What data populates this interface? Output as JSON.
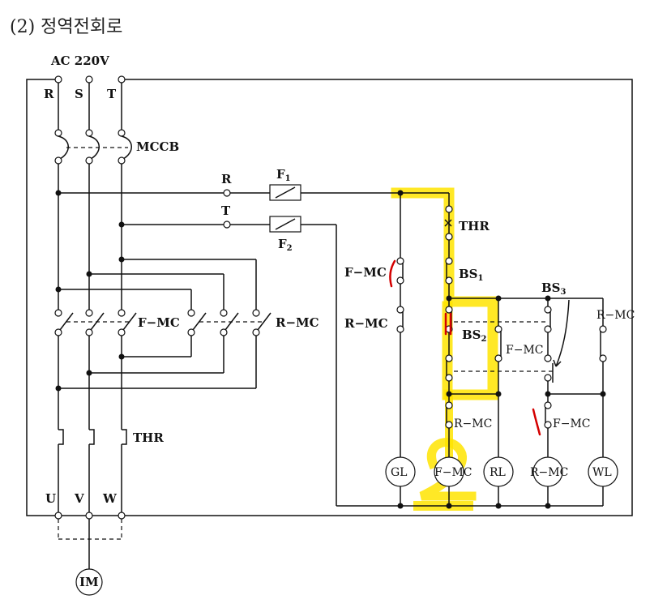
{
  "heading": "(2) 정역전회로",
  "supply": {
    "label": "AC 220V",
    "phases": [
      "R",
      "S",
      "T"
    ]
  },
  "breaker": {
    "label": "MCCB"
  },
  "control_taps": {
    "r_tap": "R",
    "t_tap": "T"
  },
  "fuses": {
    "f1": "F",
    "f1_sub": "1",
    "f2": "F",
    "f2_sub": "2"
  },
  "power_contactors": {
    "forward": "F−MC",
    "reverse": "R−MC"
  },
  "overload": {
    "power_label": "THR",
    "control_label": "THR"
  },
  "motor_terminals": [
    "U",
    "V",
    "W"
  ],
  "motor": {
    "label": "IM"
  },
  "control": {
    "bs1": "BS",
    "bs1_sub": "1",
    "bs2": "BS",
    "bs2_sub": "2",
    "bs3": "BS",
    "bs3_sub": "3",
    "gl_branch_fmc_contact": "F−MC",
    "gl_branch_rmc_contact": "R−MC",
    "fwd_interlock_contact": "R−MC",
    "fwd_selfhold_contact": "F−MC",
    "rev_interlock_contact": "F−MC",
    "rev_selfhold_contact": "R−MC"
  },
  "lamps": {
    "gl": "GL",
    "fmc_coil": "F−MC",
    "rl": "RL",
    "rmc_coil": "R−MC",
    "wl": "WL"
  },
  "annotations": {
    "highlight_color": "#ffe400",
    "red_mark_color": "#d40000",
    "handwritten_digit": "2"
  }
}
